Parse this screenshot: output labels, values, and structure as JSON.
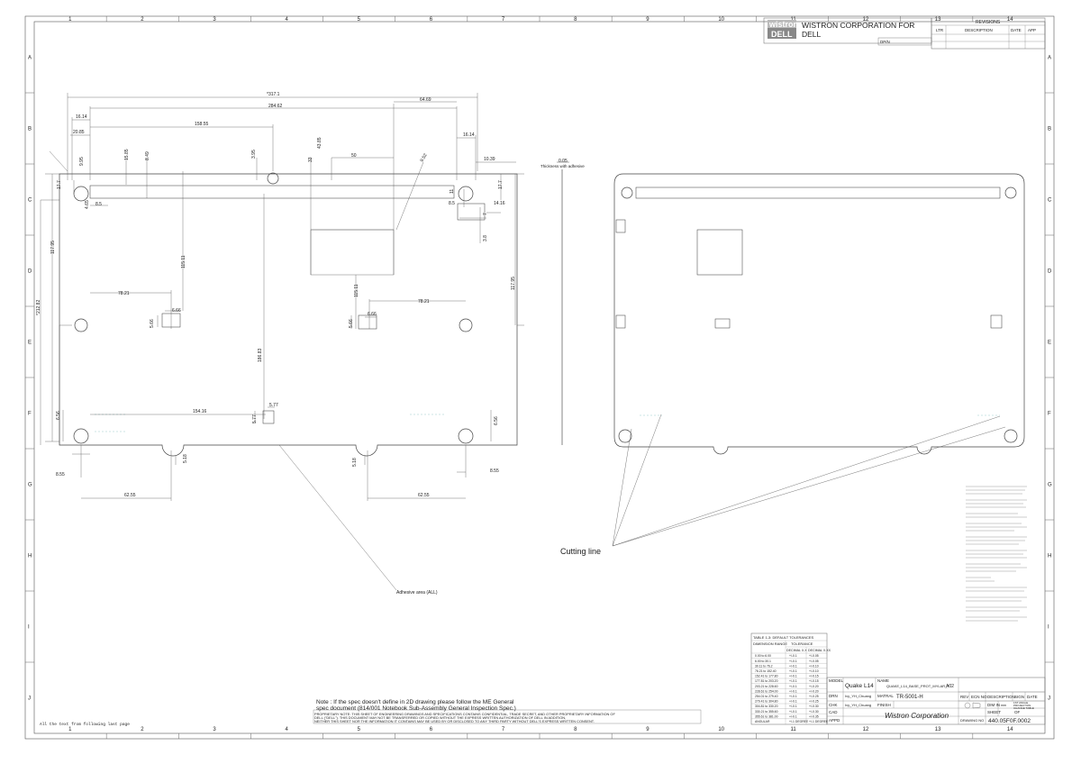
{
  "frame": {
    "columns": [
      "1",
      "2",
      "3",
      "4",
      "5",
      "6",
      "7",
      "8",
      "9",
      "10",
      "11",
      "12",
      "13",
      "14"
    ],
    "rows": [
      "A",
      "B",
      "C",
      "D",
      "E",
      "F",
      "G",
      "H",
      "I",
      "J"
    ]
  },
  "company": {
    "logo_top": "wistron",
    "logo_bottom": "DELL",
    "title_line1": "WISTRON CORPORATION FOR",
    "title_line2": "DELL",
    "dpn_label": "DP/N"
  },
  "revisions": {
    "title": "REVISIONS",
    "columns": [
      "LTR",
      "DESCRIPTION",
      "DATE",
      "APP"
    ]
  },
  "dimensions": {
    "d1": "*317.1",
    "d2": "284.62",
    "d3": "64.69",
    "d4": "16.14",
    "d5": "158.55",
    "d6": "20.85",
    "d7": "16.14",
    "d8": "10.39",
    "d9": "50",
    "d10": "43.85",
    "d11": "33",
    "d12": "15.85",
    "d13": "8.49",
    "d14": "3.95",
    "d15": "9.95",
    "d16": "8.5",
    "d17": "4.65",
    "d18": "8.5",
    "d19": "14.16",
    "d20": "11",
    "d21": "7",
    "d22": "3.8",
    "d23": "17.7",
    "d24": "17.7",
    "d25": "117.95",
    "d26": "117.95",
    "d27": "*212.82",
    "d28": "115.11",
    "d29": "115.11",
    "d30": "78.21",
    "d31": "78.21",
    "d32": "6.66",
    "d33": "6.66",
    "d34": "5.66",
    "d35": "5.66",
    "d36": "186.83",
    "d37": "154.16",
    "d38": "6.56",
    "d39": "6.56",
    "d40": "5.77",
    "d41": "5.77",
    "d42": "8.55",
    "d43": "8.55",
    "d44": "62.55",
    "d45": "62.55",
    "d46": "5.18",
    "d47": "5.18",
    "d48": "9.52"
  },
  "annotations": {
    "adhesive": "Adhesive area (ALL)",
    "thickness_value": "0.05",
    "thickness_label": "Thickness with adhesive",
    "cutting_line": "Cutting line"
  },
  "notes": {
    "spec_line1": "Note : If the spec doesn't define in 2D drawing please follow the ME General",
    "spec_line2": "spec document (814/001 Notebook Sub-Assembly General Inspection Spec.)",
    "proprietary1": "PROPRIETARY NOTE: THIS SHEET OF ENGINEERING DRAWINGS AND SPECIFICATIONS CONTAINS CONFIDENTIAL, TRADE SECRET, AND OTHER PROPRIETARY INFORMATION OF",
    "proprietary2": "DELL (\"DELL\"). THIS DOCUMENT MAY NOT BE TRANSFERRED OR COPIED WITHOUT THE EXPRESS WRITTEN AUTHORIZATION OF DELL IN ADDITION,",
    "proprietary3": "NEITHER THIS SHEET NOR THE INFORMATION IT CONTAINS MAY BE USED BY OR DISCLOSED TO ANY THIRD PARTY WITHOUT DELL'S EXPRESS WRITTEN CONSENT.",
    "footer_left": "All the text from following last page"
  },
  "tolerance": {
    "title": "TABLE 1-3: DEFAULT TOLERANCES",
    "h_range": "DIMENSION RANGE",
    "h_tol": "TOLERANCE",
    "h_x": "DECIMAL X.X",
    "h_xx": "DECIMAL X.XX",
    "rows": [
      {
        "range": "0.00 to 6.00",
        "x": "+/-0.1",
        "xx": "+/-0.05"
      },
      {
        "range": "6.00 to 30.1",
        "x": "+/-0.1",
        "xx": "+/-0.05"
      },
      {
        "range": "30.11 to 76.2",
        "x": "+/-0.1",
        "xx": "+/-0.10"
      },
      {
        "range": "76.21 to 152.40",
        "x": "+/-0.1",
        "xx": "+/-0.10"
      },
      {
        "range": "152.41 to 177.80",
        "x": "+/-0.1",
        "xx": "+/-0.15"
      },
      {
        "range": "177.81 to 203.20",
        "x": "+/-0.1",
        "xx": "+/-0.15"
      },
      {
        "range": "203.21 to 228.60",
        "x": "+/-0.1",
        "xx": "+/-0.20"
      },
      {
        "range": "228.61 to 254.00",
        "x": "+/-0.1",
        "xx": "+/-0.20"
      },
      {
        "range": "254.01 to 279.40",
        "x": "+/-0.1",
        "xx": "+/-0.25"
      },
      {
        "range": "279.41 to 304.80",
        "x": "+/-0.1",
        "xx": "+/-0.25"
      },
      {
        "range": "304.81 to 330.20",
        "x": "+/-0.1",
        "xx": "+/-0.30"
      },
      {
        "range": "330.21 to 355.60",
        "x": "+/-0.1",
        "xx": "+/-0.30"
      },
      {
        "range": "355.61 to 381.00",
        "x": "+/-0.1",
        "xx": "+/-0.35"
      },
      {
        "range": "ANGULAR",
        "x": "+/-1 DEGREE",
        "xx": "+/-1 DEGREE"
      }
    ]
  },
  "title_block": {
    "model_label": "MODEL",
    "model": "Quake L14",
    "name_label": "NAME",
    "name": "QUAKE_L14_BASE_PROT_MYLAR_T",
    "rev": "A02",
    "drn_label": "DRN",
    "drn": "Ivy_YH_Chuang",
    "chk_label": "CHK",
    "chk": "Ivy_YH_Chuang",
    "matral_label": "MATRAL",
    "matral": "TR-5001-H",
    "finish_label": "FINISH",
    "cad_label": "CAD",
    "appd_label": "APPD",
    "corp": "Wistron Corporation",
    "rev_label": "REV",
    "ecn_label": "ECN NO",
    "desc_label": "DESCRIPTION",
    "sign_label": "SIGN",
    "date_label": "DATE",
    "dim_label": "DIM IN",
    "dim_unit": "mm",
    "proj1": "1ST ANGLE",
    "proj2": "PROJECTION",
    "proj3": "CHANGE TABLE",
    "sheet_label": "SHEET",
    "of_label": "OF",
    "drawing_label": "DRAWING NO",
    "drawing_no": "440.05F0F.0002"
  }
}
